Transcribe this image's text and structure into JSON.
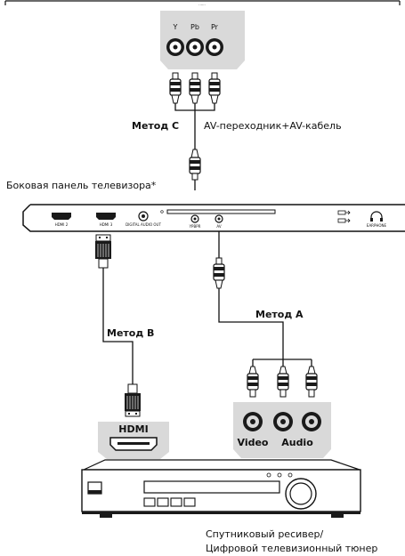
{
  "top_panel": {
    "top_caption": "......",
    "jacks": [
      "Y",
      "Pb",
      "Pr"
    ]
  },
  "labels": {
    "method_c": "Метод С",
    "av_adapter": "AV-переходник+AV-кабель",
    "tv_side": "Боковая панель телевизора*",
    "method_b": "Метод В",
    "method_a": "Метод А",
    "receiver_line1": "Спутниковый ресивер/",
    "receiver_line2": "Цифровой телевизионный тюнер"
  },
  "tv_panel": {
    "ports": {
      "hdmi2": "HDMI 2",
      "hdmi3": "HDMI 3",
      "digital_audio_out": "DIGITAL AUDIO OUT",
      "ypbpr": "YPBPR",
      "av": "AV",
      "earphone": "EARPHONE"
    }
  },
  "receiver_ports": {
    "hdmi": "HDMI",
    "video": "Video",
    "audio": "Audio"
  },
  "colors": {
    "panel_gray": "#d9d9d9",
    "line": "#111111",
    "jack_fill": "#1a1a1a"
  }
}
